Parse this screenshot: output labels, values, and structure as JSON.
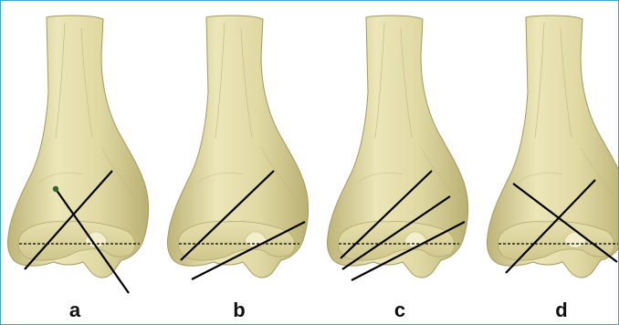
{
  "panels": [
    {
      "label": "a"
    },
    {
      "label": "b"
    },
    {
      "label": "c"
    },
    {
      "label": "d"
    }
  ],
  "colors": {
    "border": "#3aa6d6",
    "bone_fill": "#e3ddaa",
    "bone_shadow": "#c9c184",
    "bone_highlight": "#f1ecc4",
    "bone_outline": "#a29a5e",
    "cut_line": "#000000",
    "marker_dot": "#2f6a2a"
  },
  "icons": {
    "bone": "distal-femur-icon",
    "cut": "osteotomy-line",
    "reference": "joint-line-dashed",
    "marker": "entry-point-dot"
  }
}
